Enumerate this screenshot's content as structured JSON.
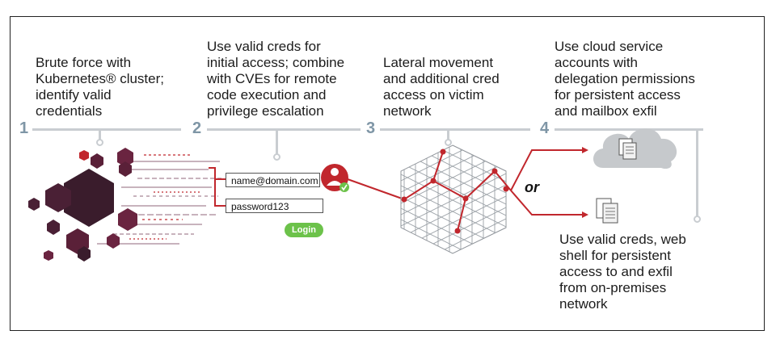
{
  "steps": [
    {
      "number": "1",
      "text_lines": [
        "Brute force with",
        "Kubernetes® cluster;",
        "identify valid",
        "credentials"
      ]
    },
    {
      "number": "2",
      "text_lines": [
        "Use valid creds for",
        "initial access; combine",
        "with CVEs for remote",
        "code execution and",
        "privilege escalation"
      ]
    },
    {
      "number": "3",
      "text_lines": [
        "Lateral movement",
        "and additional cred",
        "access on victim",
        "network"
      ]
    },
    {
      "number": "4",
      "text_lines": [
        "Use cloud service",
        "accounts with",
        "delegation permissions",
        "for persistent access",
        "and mailbox exfil"
      ]
    }
  ],
  "bottom_note_lines": [
    "Use valid creds, web",
    "shell for persistent",
    "access to and exfil",
    "from on-premises",
    "network"
  ],
  "login_form": {
    "username_value": "name@domain.com",
    "password_value": "password123",
    "login_label": "Login"
  },
  "or_label": "or",
  "colors": {
    "accent_red": "#c1272d",
    "dark_hex": "#3a1c2c",
    "mid_hex": "#5a2038",
    "step_number": "#7f96a6",
    "connector_gray": "#c9cdd1",
    "login_green": "#6cc24a",
    "cloud_gray": "#c6c9cc"
  },
  "icons": [
    "hexagon-cluster-icon",
    "user-avatar-icon",
    "checkmark-badge-icon",
    "network-mesh-icon",
    "cloud-icon",
    "documents-icon",
    "server-documents-icon"
  ]
}
